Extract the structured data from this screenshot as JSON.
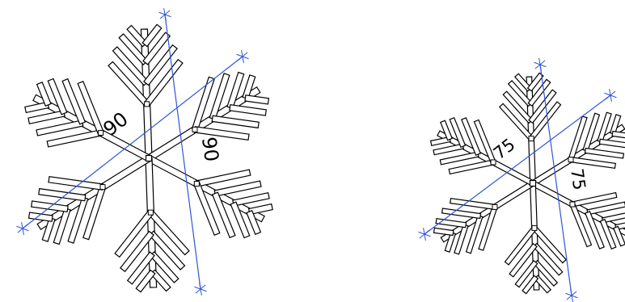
{
  "colors": {
    "background": "#ffffff",
    "snowflake_stroke": "#000000",
    "dimension_line": "#2e56d8"
  },
  "icons": {
    "dimension_endpoint": "asterisk-tick"
  },
  "snowflakes": [
    {
      "labels": {
        "dimension_horizontal": "90",
        "dimension_vertical": "90"
      }
    },
    {
      "labels": {
        "dimension_horizontal": "75",
        "dimension_vertical": "75"
      }
    }
  ]
}
